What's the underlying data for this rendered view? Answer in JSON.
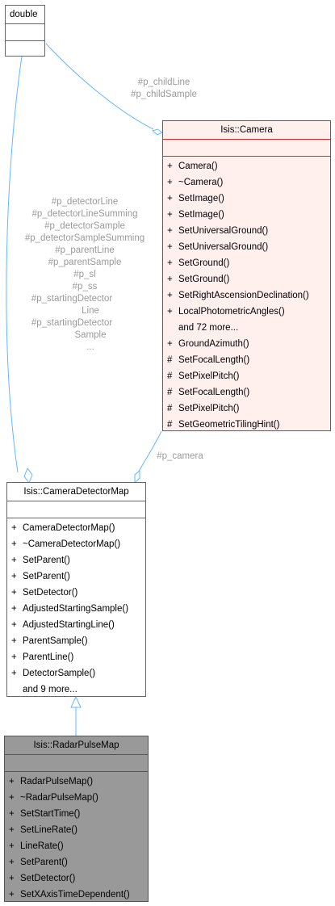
{
  "nodes": {
    "double": {
      "title": "double"
    },
    "camera": {
      "title": "Isis::Camera",
      "operations": [
        {
          "vis": "+",
          "name": "Camera()"
        },
        {
          "vis": "+",
          "name": "~Camera()"
        },
        {
          "vis": "+",
          "name": "SetImage()"
        },
        {
          "vis": "+",
          "name": "SetImage()"
        },
        {
          "vis": "+",
          "name": "SetUniversalGround()"
        },
        {
          "vis": "+",
          "name": "SetUniversalGround()"
        },
        {
          "vis": "+",
          "name": "SetGround()"
        },
        {
          "vis": "+",
          "name": "SetGround()"
        },
        {
          "vis": "+",
          "name": "SetRightAscensionDeclination()"
        },
        {
          "vis": "+",
          "name": "LocalPhotometricAngles()"
        },
        {
          "vis": "",
          "name": "and 72 more..."
        },
        {
          "vis": "+",
          "name": "GroundAzimuth()"
        },
        {
          "vis": "#",
          "name": "SetFocalLength()"
        },
        {
          "vis": "#",
          "name": "SetPixelPitch()"
        },
        {
          "vis": "#",
          "name": "SetFocalLength()"
        },
        {
          "vis": "#",
          "name": "SetPixelPitch()"
        },
        {
          "vis": "#",
          "name": "SetGeometricTilingHint()"
        }
      ]
    },
    "cdm": {
      "title": "Isis::CameraDetectorMap",
      "operations": [
        {
          "vis": "+",
          "name": "CameraDetectorMap()"
        },
        {
          "vis": "+",
          "name": "~CameraDetectorMap()"
        },
        {
          "vis": "+",
          "name": "SetParent()"
        },
        {
          "vis": "+",
          "name": "SetParent()"
        },
        {
          "vis": "+",
          "name": "SetDetector()"
        },
        {
          "vis": "+",
          "name": "AdjustedStartingSample()"
        },
        {
          "vis": "+",
          "name": "AdjustedStartingLine()"
        },
        {
          "vis": "+",
          "name": "ParentSample()"
        },
        {
          "vis": "+",
          "name": "ParentLine()"
        },
        {
          "vis": "+",
          "name": "DetectorSample()"
        },
        {
          "vis": "",
          "name": "and 9 more..."
        }
      ]
    },
    "radar": {
      "title": "Isis::RadarPulseMap",
      "operations": [
        {
          "vis": "+",
          "name": "RadarPulseMap()"
        },
        {
          "vis": "+",
          "name": "~RadarPulseMap()"
        },
        {
          "vis": "+",
          "name": "SetStartTime()"
        },
        {
          "vis": "+",
          "name": "SetLineRate()"
        },
        {
          "vis": "+",
          "name": "LineRate()"
        },
        {
          "vis": "+",
          "name": "SetParent()"
        },
        {
          "vis": "+",
          "name": "SetDetector()"
        },
        {
          "vis": "+",
          "name": "SetXAxisTimeDependent()"
        }
      ]
    }
  },
  "edge_labels": {
    "child": [
      "#p_childLine",
      "#p_childSample"
    ],
    "detector": [
      "#p_detectorLine",
      "#p_detectorLineSumming",
      "#p_detectorSample",
      "#p_detectorSampleSumming",
      "#p_parentLine",
      "#p_parentSample",
      "#p_sl",
      "#p_ss",
      "#p_startingDetector",
      "Line",
      "#p_startingDetector",
      "Sample",
      "..."
    ],
    "camera": [
      "#p_camera"
    ]
  },
  "colors": {
    "edge": "#63b8ff",
    "camera_border": "#cc2d2d",
    "camera_fill": "#fff0ee",
    "focus_fill": "#999999"
  }
}
